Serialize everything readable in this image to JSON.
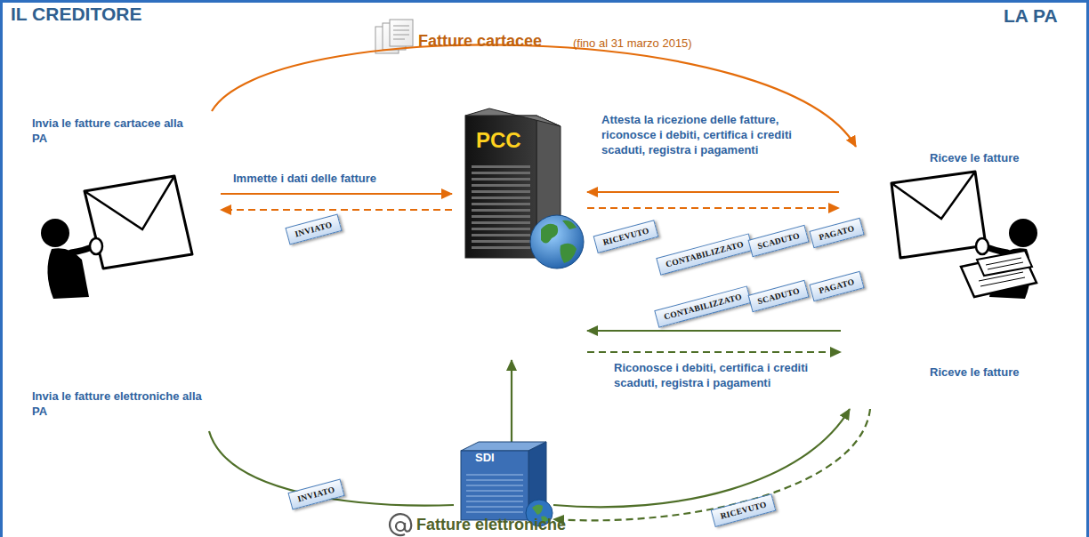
{
  "diagram": {
    "nodes": [
      {
        "text": [
          "Invia le fatture cartacee alla PA"
        ]
      },
      {
        "text": [
          "Invia le fatture elettroniche alla PA"
        ]
      },
      {
        "text": [
          "PCC"
        ]
      },
      {
        "text": [
          "SDI"
        ]
      },
      {
        "text": [
          "Riceve le fatture"
        ]
      },
      {
        "text": [
          "Riceve le fatture"
        ]
      },
      {
        "text": [
          "INVIATO"
        ]
      },
      {
        "text": [
          "RICEVUTO"
        ]
      },
      {
        "text": [
          "CONTABILIZZATO"
        ]
      },
      {
        "text": [
          "SCADUTO"
        ]
      },
      {
        "text": [
          "PAGATO"
        ]
      },
      {
        "text": [
          "CONTABILIZZATO"
        ]
      },
      {
        "text": [
          "SCADUTO"
        ]
      },
      {
        "text": [
          "PAGATO"
        ]
      },
      {
        "text": [
          "INVIATO"
        ]
      },
      {
        "text": [
          "RICEVUTO"
        ]
      }
    ],
    "edges": [
      {
        "from": 0,
        "to": 4,
        "arrow": "to"
      },
      {
        "from": 0,
        "to": 2,
        "arrow": "to",
        "label": "Immette i dati delle fatture"
      },
      {
        "from": 2,
        "to": 0,
        "arrow": "to"
      },
      {
        "from": 4,
        "to": 2,
        "arrow": "to",
        "label": "Attesta la ricezione delle fatture, riconosce i debiti, certifica i crediti scaduti, registra i pagamenti"
      },
      {
        "from": 2,
        "to": 4,
        "arrow": "to"
      },
      {
        "from": 5,
        "to": 2,
        "arrow": "to",
        "label": "Riconosce i debiti, certifica i crediti scaduti, registra i pagamenti"
      },
      {
        "from": 2,
        "to": 5,
        "arrow": "to"
      },
      {
        "from": 3,
        "to": 2,
        "arrow": "to"
      },
      {
        "from": 1,
        "to": 3,
        "arrow": "none"
      },
      {
        "from": 3,
        "to": 5,
        "arrow": "to"
      },
      {
        "from": 5,
        "to": 3,
        "arrow": "to"
      }
    ],
    "labels": [
      "IL CREDITORE",
      "LA PA",
      "Fatture cartacee",
      "(fino al 31 marzo 2015)",
      "Fatture elettroniche"
    ]
  }
}
